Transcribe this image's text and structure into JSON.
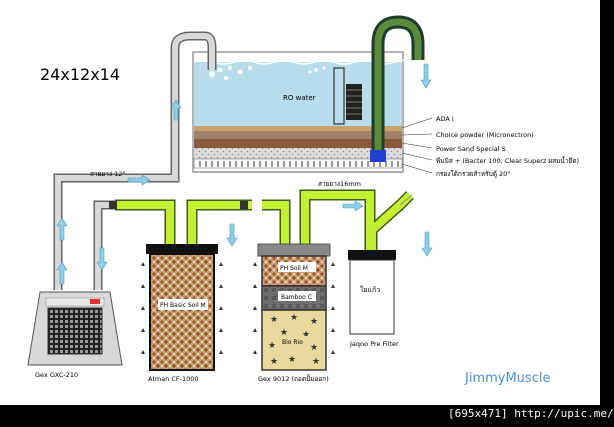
{
  "diagram": {
    "size_label": "24x12x14",
    "tank_label": "RO water",
    "layers": [
      "ADA I",
      "Choice powder (Micronectron)",
      "Power Sand Special S",
      "พีมมิส + (Bacter 100, Clear Superz ผสมน้ำยึด)",
      "กรองใต้กรวดสำหรับตู้ 20\""
    ],
    "hose_left_label": "สายยาง 12\"",
    "hose_right_label": "สายยาง16mm",
    "chiller_label": "Gex GXC-210",
    "canister1_label": "Atman CF-1000",
    "canister1_media": "PH Basic Soil M",
    "canister2_label": "Gex 9012 (ถอดปั้มออก)",
    "canister2_media": [
      "PH Soil M",
      "Bamboo C",
      "Bio Rio"
    ],
    "prefilter_media": "ใยแก้ว",
    "prefilter_label": "Jaqno Pre Filter",
    "signature": "JimmyMuscle",
    "colors": {
      "water": "#b8dcec",
      "hose": "#c3f030",
      "pipe": "#d0d0d0",
      "dark_pipe": "#1c3d2a",
      "arrow": "#8ecde6",
      "signature": "#4a8fd0"
    }
  },
  "footer": "[695x471] http://upic.me/"
}
